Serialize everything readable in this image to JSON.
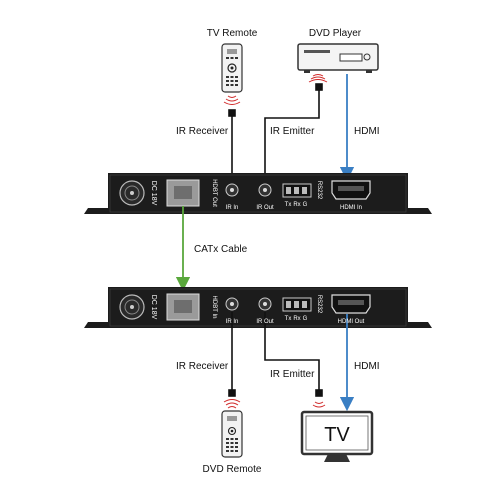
{
  "devices": {
    "tv_remote": "TV Remote",
    "dvd_player": "DVD Player",
    "dvd_remote": "DVD Remote",
    "tv": "TV"
  },
  "connections": {
    "ir_receiver_top": "IR Receiver",
    "ir_emitter_top": "IR Emitter",
    "hdmi_top": "HDMI",
    "catx_cable": "CATx Cable",
    "ir_receiver_bottom": "IR Receiver",
    "ir_emitter_bottom": "IR Emitter",
    "hdmi_bottom": "HDMI"
  },
  "transmitter_ports": {
    "dc": "DC 18V",
    "hdbt": "HDBT Out",
    "ir_in": "IR In",
    "ir_out": "IR Out",
    "rs232": "RS232",
    "tx": "Tx",
    "rx": "Rx",
    "g": "G",
    "hdmi": "HDMI In"
  },
  "receiver_ports": {
    "dc": "DC 18V",
    "hdbt": "HDBT In",
    "ir_in": "IR In",
    "ir_out": "IR Out",
    "rs232": "RS232",
    "tx": "Tx",
    "rx": "Rx",
    "g": "G",
    "hdmi": "HDMI Out"
  },
  "colors": {
    "hdmi_line": "#3a7fc4",
    "catx_line": "#5aa83c",
    "ir_line": "#111111",
    "panel": "#1c1c1c"
  }
}
